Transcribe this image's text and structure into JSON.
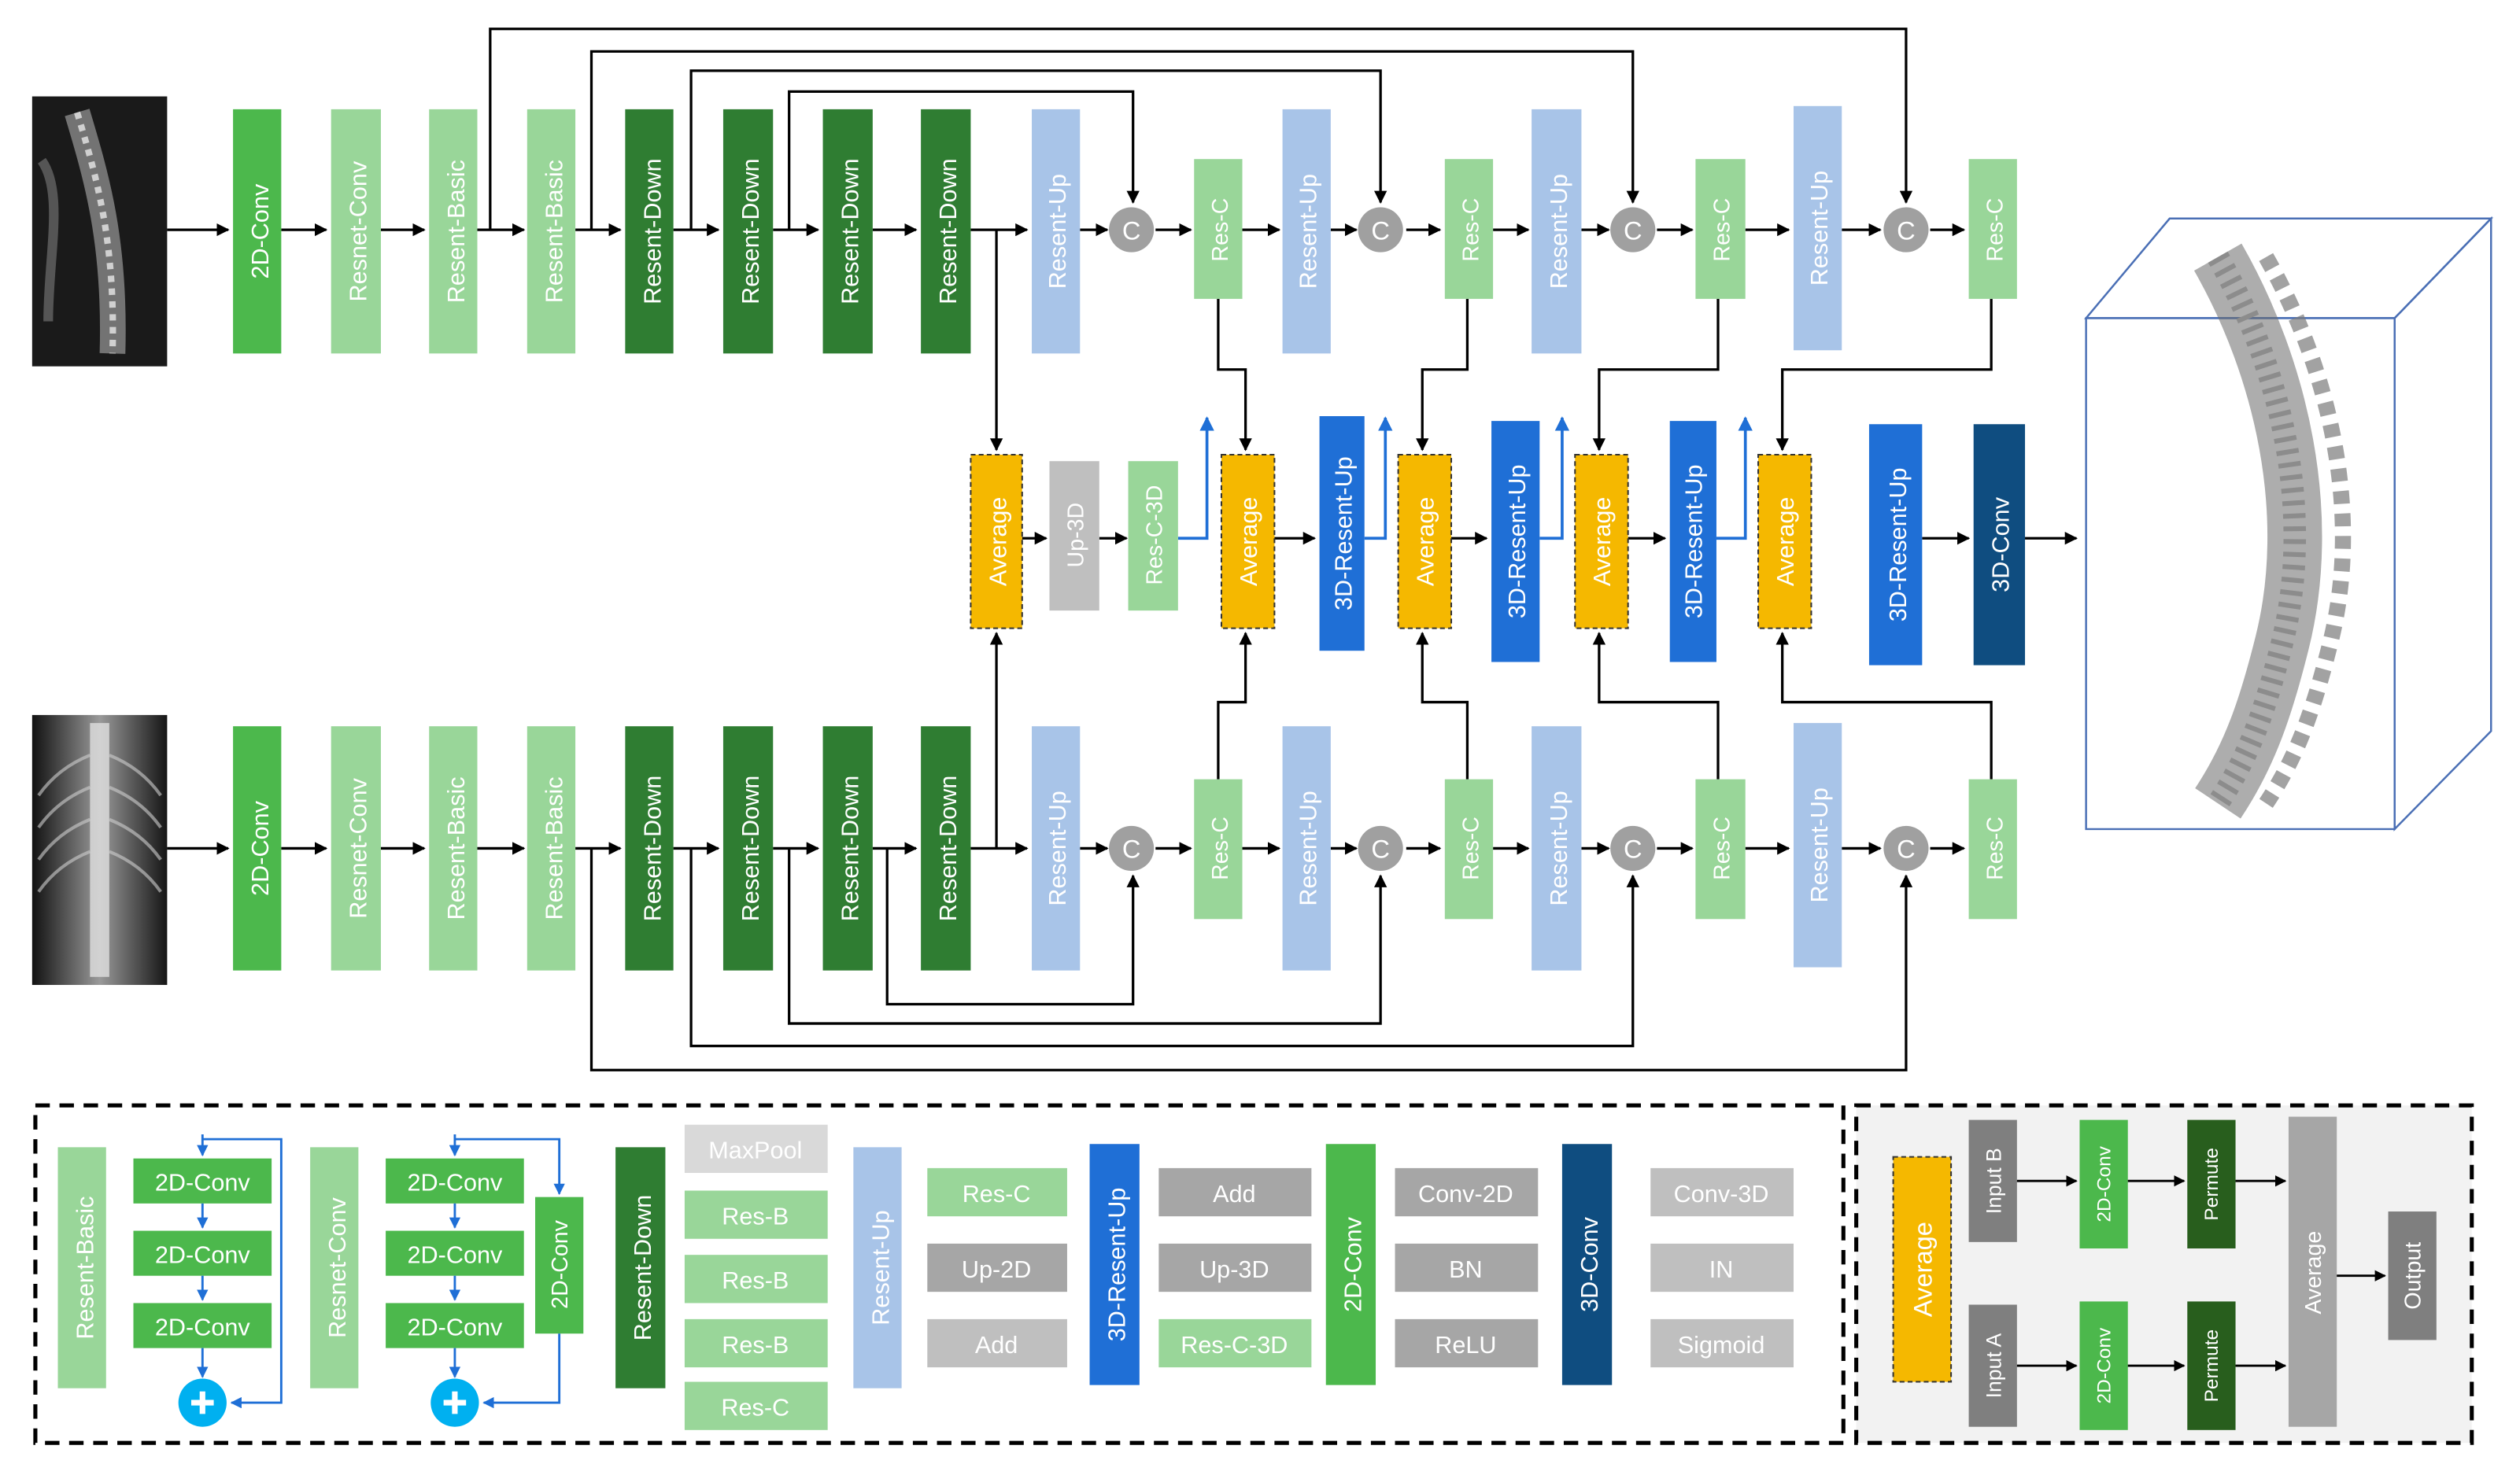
{
  "colors": {
    "light_green": "#99d699",
    "mid_green": "#4cb84c",
    "dark_green": "#2f7d32",
    "darker_green": "#285e1d",
    "light_blue": "#a8c4e8",
    "blue": "#1f6fd6",
    "navy": "#0f4d80",
    "yellow": "#f5b800",
    "gray": "#a6a6a6",
    "dark_gray": "#7f7f7f",
    "light_gray": "#d9d9d9",
    "concat_gray": "#a0a0a0",
    "cyan": "#00b0f0"
  },
  "encoder_blocks": [
    "2D-Conv",
    "Resnet-Conv",
    "Resent-Basic",
    "Resent-Basic",
    "Resent-Down",
    "Resent-Down",
    "Resent-Down",
    "Resent-Down"
  ],
  "decoder_blocks": [
    "Resent-Up",
    "C",
    "Res-C",
    "Resent-Up",
    "C",
    "Res-C",
    "Resent-Up",
    "C",
    "Res-C",
    "Resent-Up",
    "C",
    "Res-C"
  ],
  "middle_blocks": [
    "Average",
    "Up-3D",
    "Res-C-3D",
    "Average",
    "3D-Resent-Up",
    "Average",
    "3D-Resent-Up",
    "Average",
    "3D-Resent-Up",
    "Average",
    "3D-Resent-Up",
    "3D-Conv"
  ],
  "concat_symbol": "C",
  "legend": {
    "resent_basic": {
      "title": "Resent-Basic",
      "layers": [
        "2D-Conv",
        "2D-Conv",
        "2D-Conv"
      ],
      "add_icon": "plus-icon"
    },
    "resnet_conv": {
      "title": "Resnet-Conv",
      "layers": [
        "2D-Conv",
        "2D-Conv",
        "2D-Conv"
      ],
      "side": "2D-Conv",
      "add_icon": "plus-icon"
    },
    "resent_down": {
      "title": "Resent-Down",
      "layers": [
        "MaxPool",
        "Res-B",
        "Res-B",
        "Res-B",
        "Res-C"
      ]
    },
    "resent_up": {
      "title": "Resent-Up",
      "layers": [
        "Res-C",
        "Up-2D",
        "Add"
      ]
    },
    "resent_up_3d": {
      "title": "3D-Resent-Up",
      "layers": [
        "Add",
        "Up-3D",
        "Res-C-3D"
      ]
    },
    "conv_2d": {
      "title": "2D-Conv",
      "layers": [
        "Conv-2D",
        "BN",
        "ReLU"
      ]
    },
    "conv_3d": {
      "title": "3D-Conv",
      "layers": [
        "Conv-3D",
        "IN",
        "Sigmoid"
      ]
    },
    "average": {
      "title": "Average",
      "input_b": "Input B",
      "input_a": "Input A",
      "conv": "2D-Conv",
      "permute": "Permute",
      "avg": "Average",
      "output": "Output"
    }
  }
}
